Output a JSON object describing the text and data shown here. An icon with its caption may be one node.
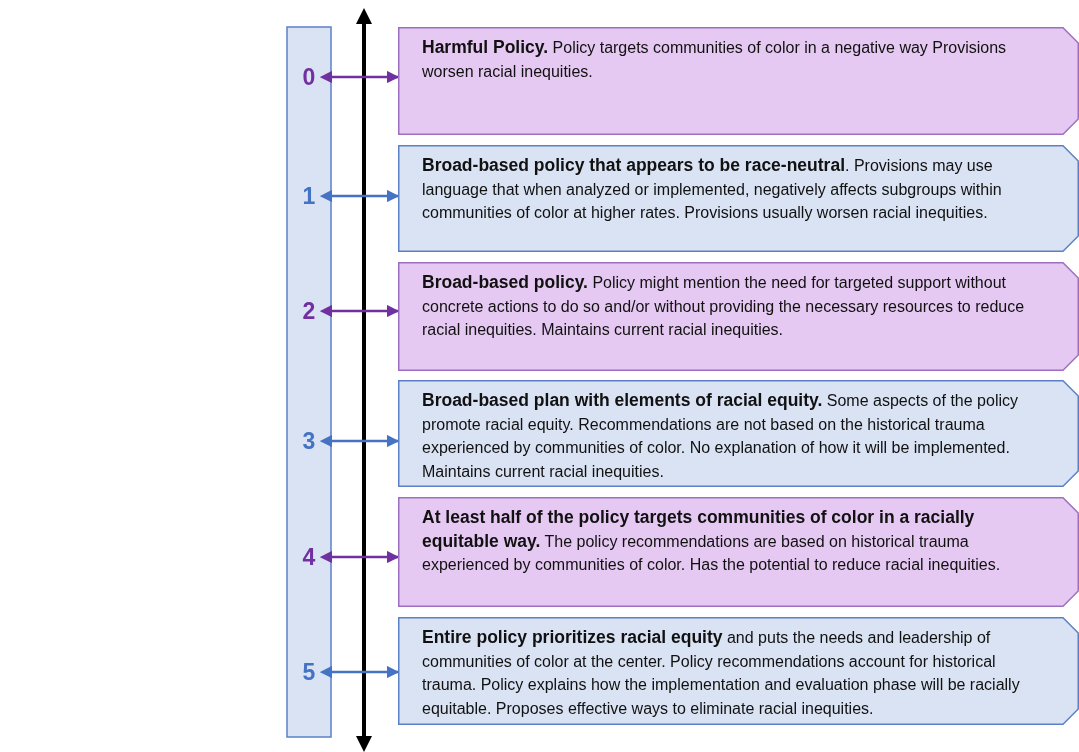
{
  "diagram": {
    "nodes": [
      {
        "text": [
          "0"
        ]
      },
      {
        "text": [
          "**Harmful Policy.** Policy targets communities of color in a negative way Provisions worsen racial inequities."
        ]
      },
      {
        "text": [
          "1"
        ]
      },
      {
        "text": [
          "**Broad-based policy that appears to be race-neutral**. Provisions may use language that when analyzed or implemented, negatively affects subgroups within communities of color at higher rates. Provisions usually worsen racial inequities."
        ]
      },
      {
        "text": [
          "2"
        ]
      },
      {
        "text": [
          "**Broad-based policy.** Policy might mention the need for targeted support without concrete actions to do so and/or without providing the necessary resources to reduce racial inequities. Maintains current racial inequities."
        ]
      },
      {
        "text": [
          "3"
        ]
      },
      {
        "text": [
          "**Broad-based plan with elements of racial equity.** Some aspects of the policy promote racial equity. Recommendations are not based on the historical trauma experienced by communities of color. No explanation of how it will be implemented. Maintains current racial inequities."
        ]
      },
      {
        "text": [
          "4"
        ]
      },
      {
        "text": [
          "**At least half of the policy targets communities of color in a racially equitable way.** The policy recommendations are based on historical trauma experienced by communities of color. Has the potential to reduce racial inequities."
        ]
      },
      {
        "text": [
          "5"
        ]
      },
      {
        "text": [
          "**Entire policy prioritizes racial equity** and puts the needs and leadership of communities of color at the center. Policy recommendations account for historical trauma. Policy explains how the implementation and evaluation phase will be racially equitable. Proposes effective ways to eliminate racial inequities."
        ]
      }
    ],
    "edges": [
      {
        "from": 0,
        "to": 1,
        "arrow": "both",
        "color": "#7030a0"
      },
      {
        "from": 2,
        "to": 3,
        "arrow": "both",
        "color": "#4472c4"
      },
      {
        "from": 4,
        "to": 5,
        "arrow": "both",
        "color": "#7030a0"
      },
      {
        "from": 6,
        "to": 7,
        "arrow": "both",
        "color": "#4472c4"
      },
      {
        "from": 8,
        "to": 9,
        "arrow": "both",
        "color": "#7030a0"
      },
      {
        "from": 10,
        "to": 11,
        "arrow": "both",
        "color": "#4472c4"
      }
    ]
  }
}
